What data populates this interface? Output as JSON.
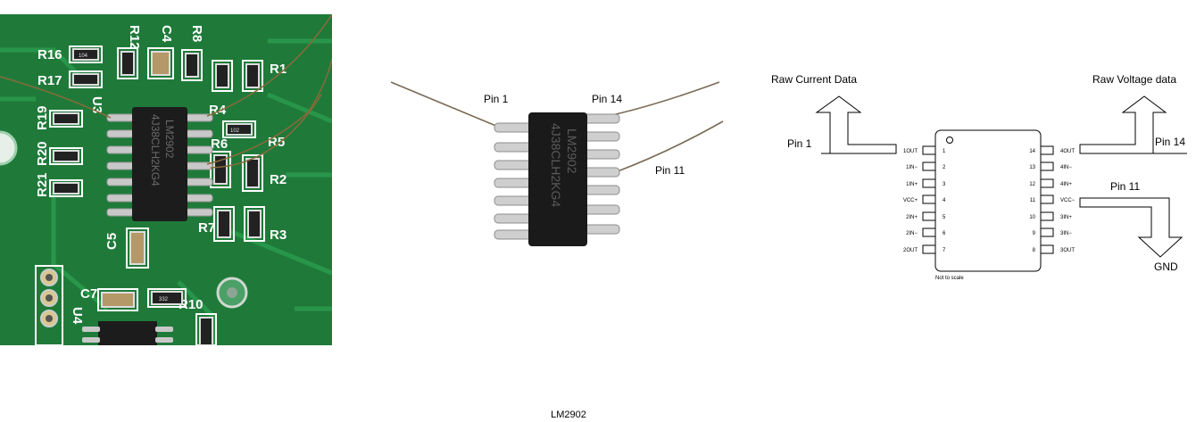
{
  "photo_board": {
    "silkscreen": [
      "R16",
      "R17",
      "R19",
      "R20",
      "R21",
      "R12",
      "C4",
      "R8",
      "R1",
      "U3",
      "R4",
      "R5",
      "R6",
      "R2",
      "R7",
      "R3",
      "C5",
      "C7",
      "U4",
      "R10"
    ],
    "resistor_marks": [
      "104",
      "102",
      "332"
    ]
  },
  "photo_chip": {
    "chip_marking": "4J38CLH2KG4",
    "chip_part": "LM2902",
    "pin1_label": "Pin 1",
    "pin14_label": "Pin 14",
    "pin11_label": "Pin 11"
  },
  "schematic": {
    "top_left_label": "Raw Current Data",
    "top_right_label": "Raw Voltage data",
    "pin1_label": "Pin 1",
    "pin14_label": "Pin 14",
    "pin11_label": "Pin 11",
    "gnd_label": "GND",
    "not_to_scale": "Not to scale",
    "left_pins": [
      {
        "num": "1",
        "name": "1OUT"
      },
      {
        "num": "2",
        "name": "1IN−"
      },
      {
        "num": "3",
        "name": "1IN+"
      },
      {
        "num": "4",
        "name": "VCC+"
      },
      {
        "num": "5",
        "name": "2IN+"
      },
      {
        "num": "6",
        "name": "2IN−"
      },
      {
        "num": "7",
        "name": "2OUT"
      }
    ],
    "right_pins": [
      {
        "num": "14",
        "name": "4OUT"
      },
      {
        "num": "13",
        "name": "4IN−"
      },
      {
        "num": "12",
        "name": "4IN+"
      },
      {
        "num": "11",
        "name": "VCC−"
      },
      {
        "num": "10",
        "name": "3IN+"
      },
      {
        "num": "9",
        "name": "3IN−"
      },
      {
        "num": "8",
        "name": "3OUT"
      }
    ]
  },
  "caption": "LM2902",
  "colors": {
    "pcb_green": "#1f7a3a",
    "pcb_trace": "#2a9a4c",
    "chip_black": "#1c1c1c",
    "solder": "#c8c8c8",
    "wire_copper": "#8a6a3a"
  }
}
